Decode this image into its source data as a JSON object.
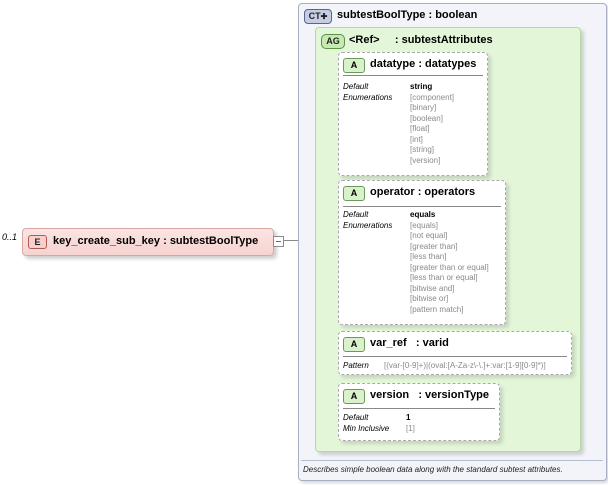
{
  "element": {
    "occurrence": "0..1",
    "badge": "E",
    "name": "key_create_sub_key",
    "type": ": subtestBoolType"
  },
  "complex_type": {
    "badge": "CT",
    "name": "subtestBoolType",
    "base": ": boolean",
    "description": "Describes simple boolean data along with the standard subtest attributes."
  },
  "attribute_group": {
    "badge": "AG",
    "name": "<Ref>",
    "ref": ": subtestAttributes"
  },
  "attributes": [
    {
      "badge": "A",
      "name": "datatype",
      "type": ": datatypes",
      "props": [
        {
          "label": "Default",
          "values": [
            "string"
          ]
        },
        {
          "label": "Enumerations",
          "values": [
            "[component]",
            "[binary]",
            "[boolean]",
            "[float]",
            "[int]",
            "[string]",
            "[version]"
          ]
        }
      ]
    },
    {
      "badge": "A",
      "name": "operator",
      "type": ": operators",
      "props": [
        {
          "label": "Default",
          "values": [
            "equals"
          ]
        },
        {
          "label": "Enumerations",
          "values": [
            "[equals]",
            "[not equal]",
            "[greater than]",
            "[less than]",
            "[greater than or equal]",
            "[less than or equal]",
            "[bitwise and]",
            "[bitwise or]",
            "[pattern match]"
          ]
        }
      ]
    },
    {
      "badge": "A",
      "name": "var_ref",
      "type": ": varid",
      "props": [
        {
          "label": "Pattern",
          "values": [
            "[(var-[0-9]+)|(oval:[A-Za-z\\-\\.]+:var:[1-9][0-9]*)]"
          ]
        }
      ]
    },
    {
      "badge": "A",
      "name": "version",
      "type": ": versionType",
      "props": [
        {
          "label": "Default",
          "values": [
            "1"
          ]
        },
        {
          "label": "Min Inclusive",
          "values": [
            "[1]"
          ]
        }
      ]
    }
  ]
}
